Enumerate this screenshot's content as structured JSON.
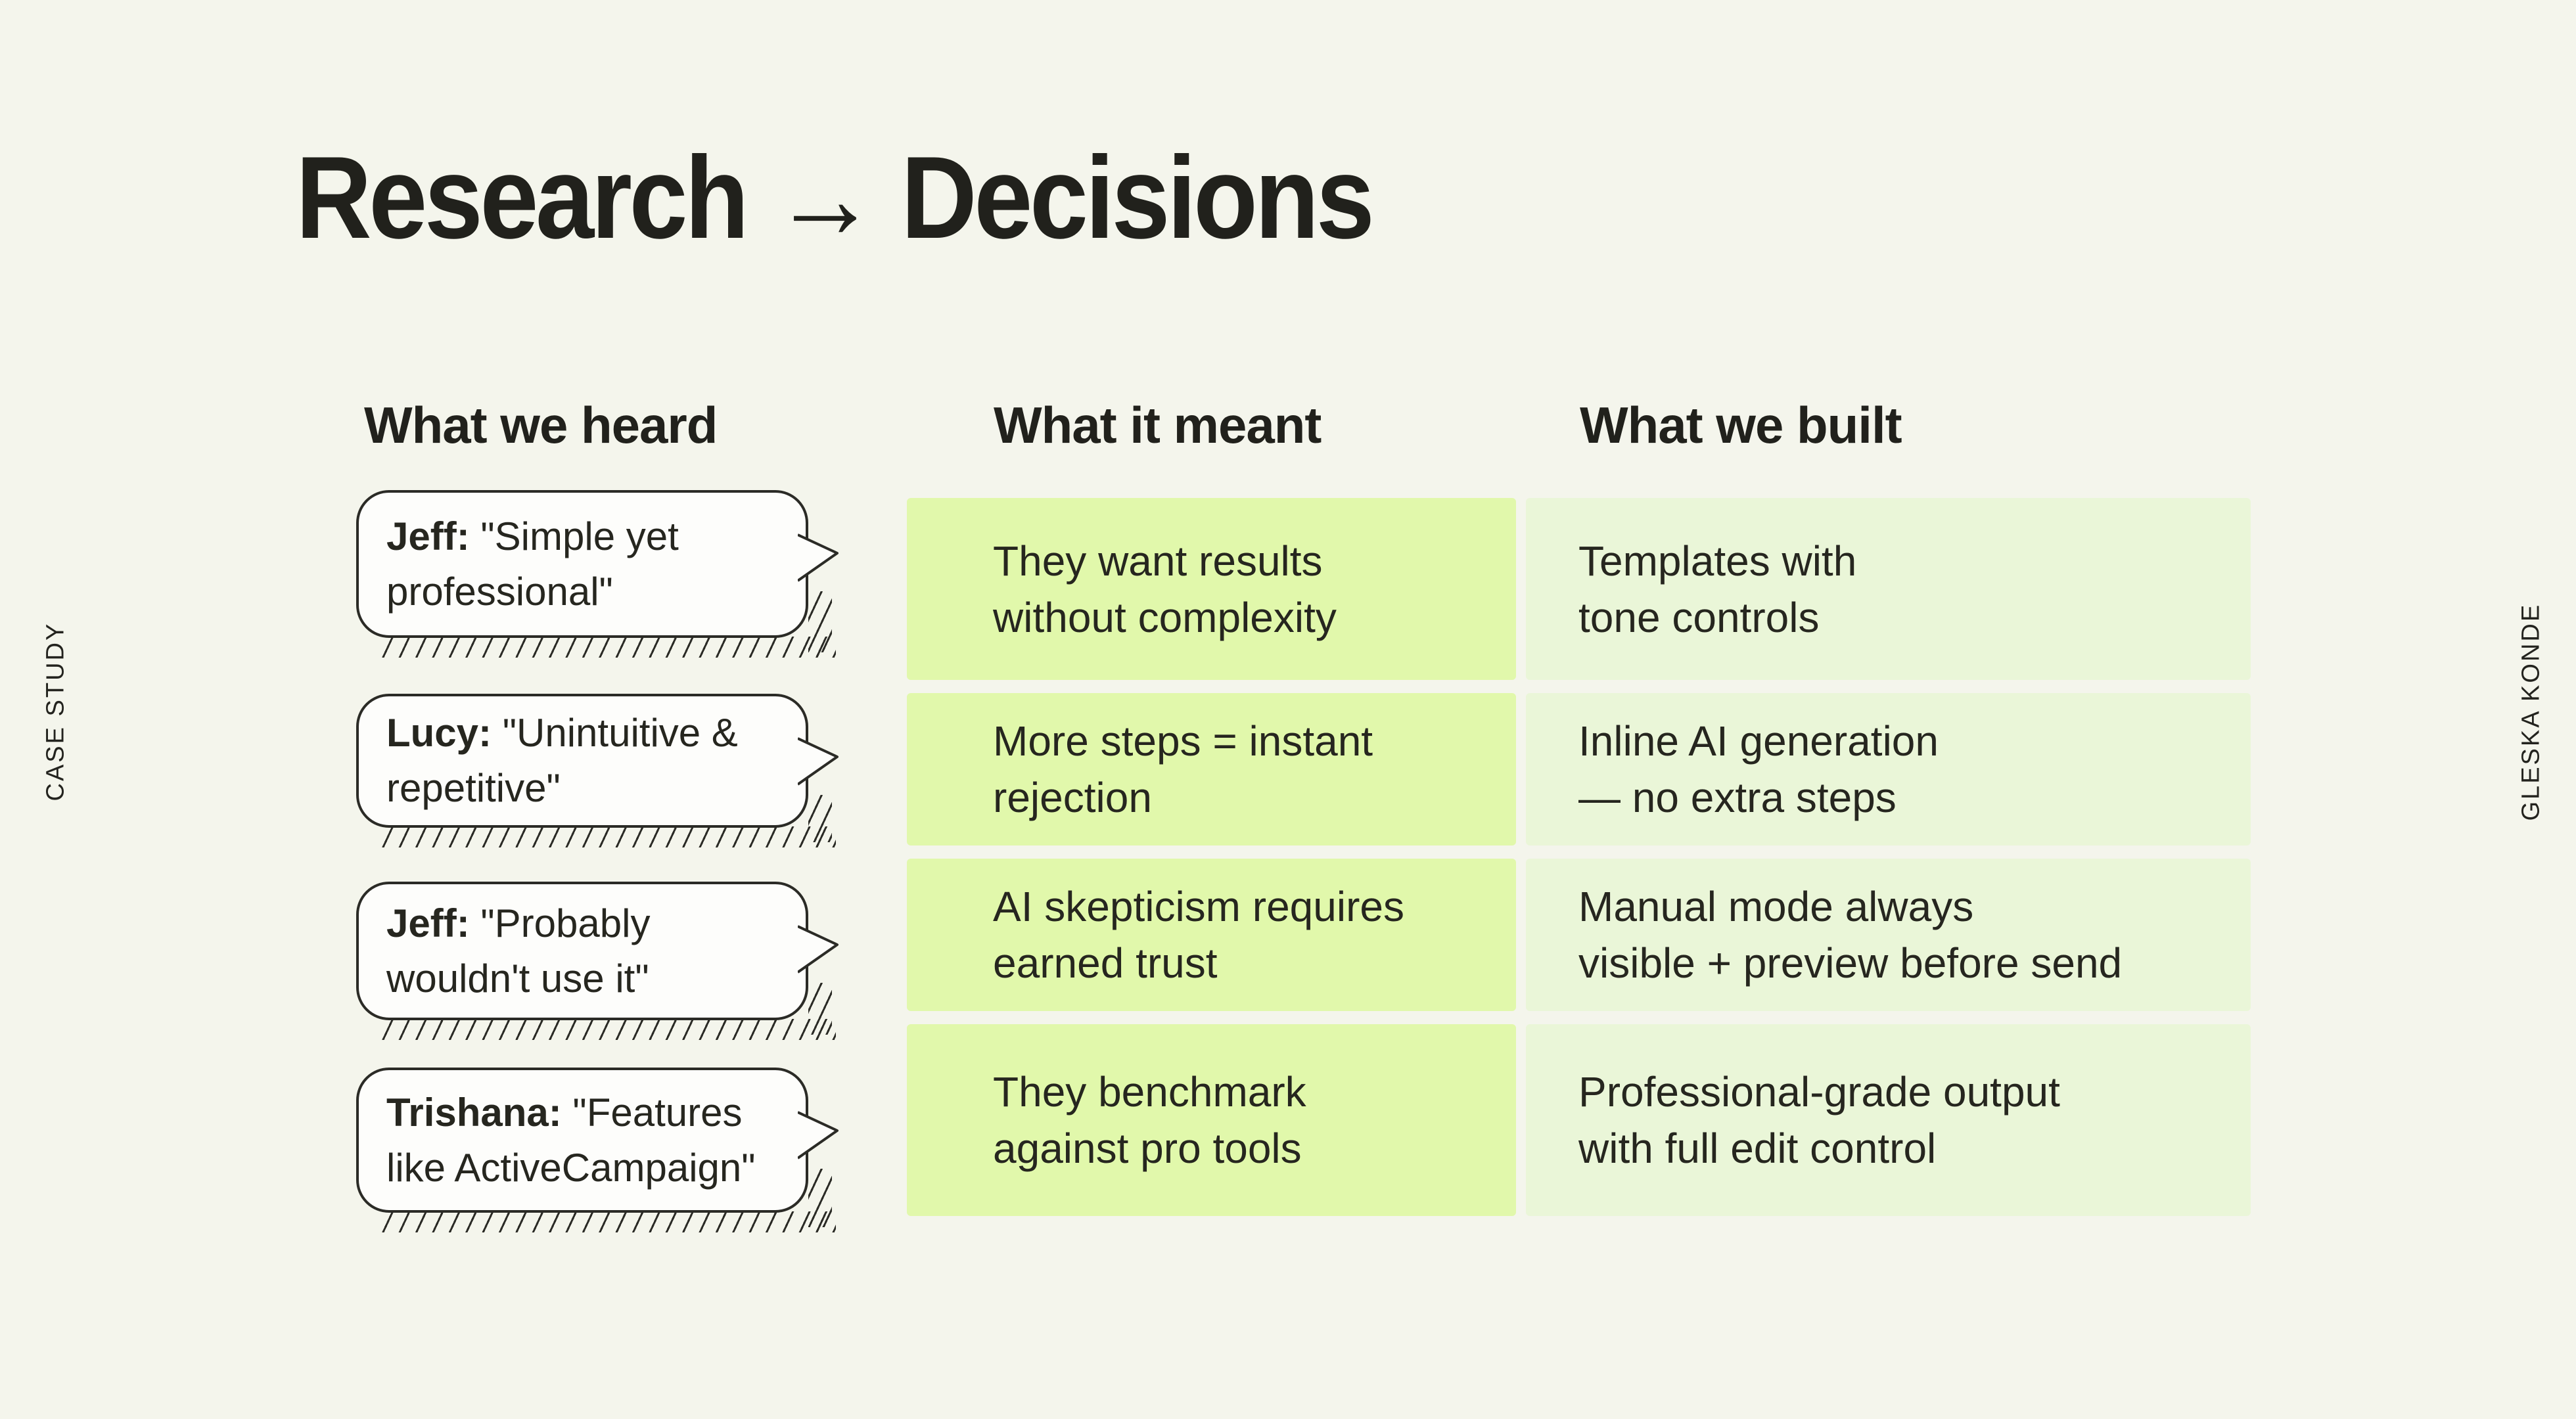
{
  "page": {
    "title": "Research → Decisions",
    "left_margin_label": "CASE STUDY",
    "right_margin_label": "GLESKA KONDE"
  },
  "columns": {
    "heard": "What we heard",
    "meant": "What it meant",
    "built": "What we built"
  },
  "rows": [
    {
      "speaker": "Jeff:",
      "quote_line1": "\"Simple yet",
      "quote_line2": "professional\"",
      "meant": [
        "They want results",
        "without complexity"
      ],
      "built": [
        "Templates with",
        "tone controls"
      ]
    },
    {
      "speaker": "Lucy:",
      "quote_line1": "\"Unintuitive &",
      "quote_line2": "repetitive\"",
      "meant": [
        "More steps = instant",
        "rejection"
      ],
      "built": [
        "Inline AI generation",
        "— no extra steps"
      ]
    },
    {
      "speaker": "Jeff:",
      "quote_line1": "\"Probably",
      "quote_line2": "wouldn't use it\"",
      "meant": [
        "AI skepticism requires",
        "earned trust"
      ],
      "built": [
        "Manual mode always",
        "visible + preview before send"
      ]
    },
    {
      "speaker": "Trishana:",
      "quote_line1": "\"Features",
      "quote_line2": "like ActiveCampaign\"",
      "meant": [
        "They benchmark",
        "against pro tools"
      ],
      "built": [
        "Professional-grade output",
        "with full edit control"
      ]
    }
  ],
  "colors": {
    "background": "#f4f5ec",
    "ink": "#23231e",
    "meant_cell": "#e1f8ab",
    "built_cell": "#eaf6d8",
    "bubble_fill": "#fdfdfb",
    "bubble_stroke": "#2b2b26"
  }
}
